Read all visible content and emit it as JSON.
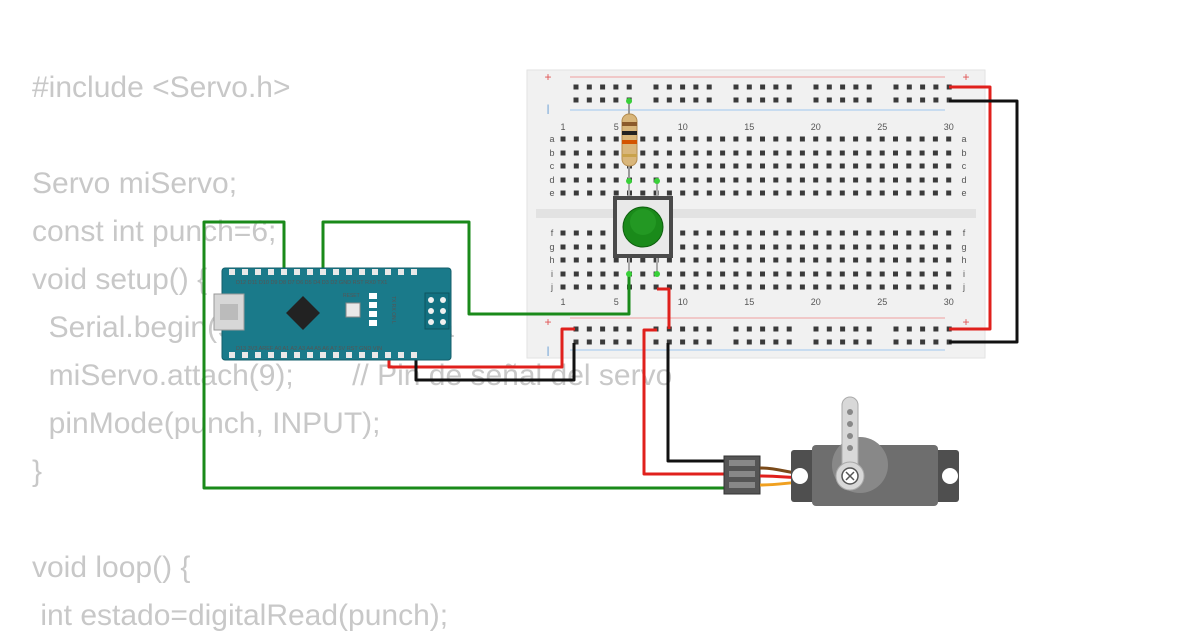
{
  "code": {
    "lines": [
      "#include <Servo.h>",
      "",
      "Servo miServo;",
      "const int punch=6;",
      "void setup() {",
      "  Serial.begin(9600);   // Inicia la",
      "  miServo.attach(9);       // Pin de señal del servo",
      "  pinMode(punch, INPUT);",
      "}",
      "",
      "void loop() {",
      " int estado=digitalRead(punch);"
    ]
  },
  "breadboard": {
    "column_numbers": [
      "1",
      "5",
      "10",
      "15",
      "20",
      "25",
      "30"
    ],
    "rows_top": [
      "a",
      "b",
      "c",
      "d",
      "e"
    ],
    "rows_bottom": [
      "f",
      "g",
      "h",
      "i",
      "j"
    ],
    "rail_plus": "+",
    "rail_minus": "|"
  },
  "arduino": {
    "top_pins": "D12 D11 D10 D9 D8 D7 D6 D5 D4 D3 D2 GND RST RX0 TX1",
    "bottom_pins": "D13 3V3 AREF A0 A1 A2 A3 A4 A5 A6 A7 5V RST GND VIN",
    "reset_label": "RESET",
    "led_labels": "TX RX ON L"
  },
  "colors": {
    "signal_wire": "#1a8a1a",
    "power_wire": "#e0201c",
    "ground_wire": "#111111",
    "arduino_board": "#1a7a8a",
    "button_cap": "#1a8a1a",
    "servo_body": "#6e6e6e"
  }
}
